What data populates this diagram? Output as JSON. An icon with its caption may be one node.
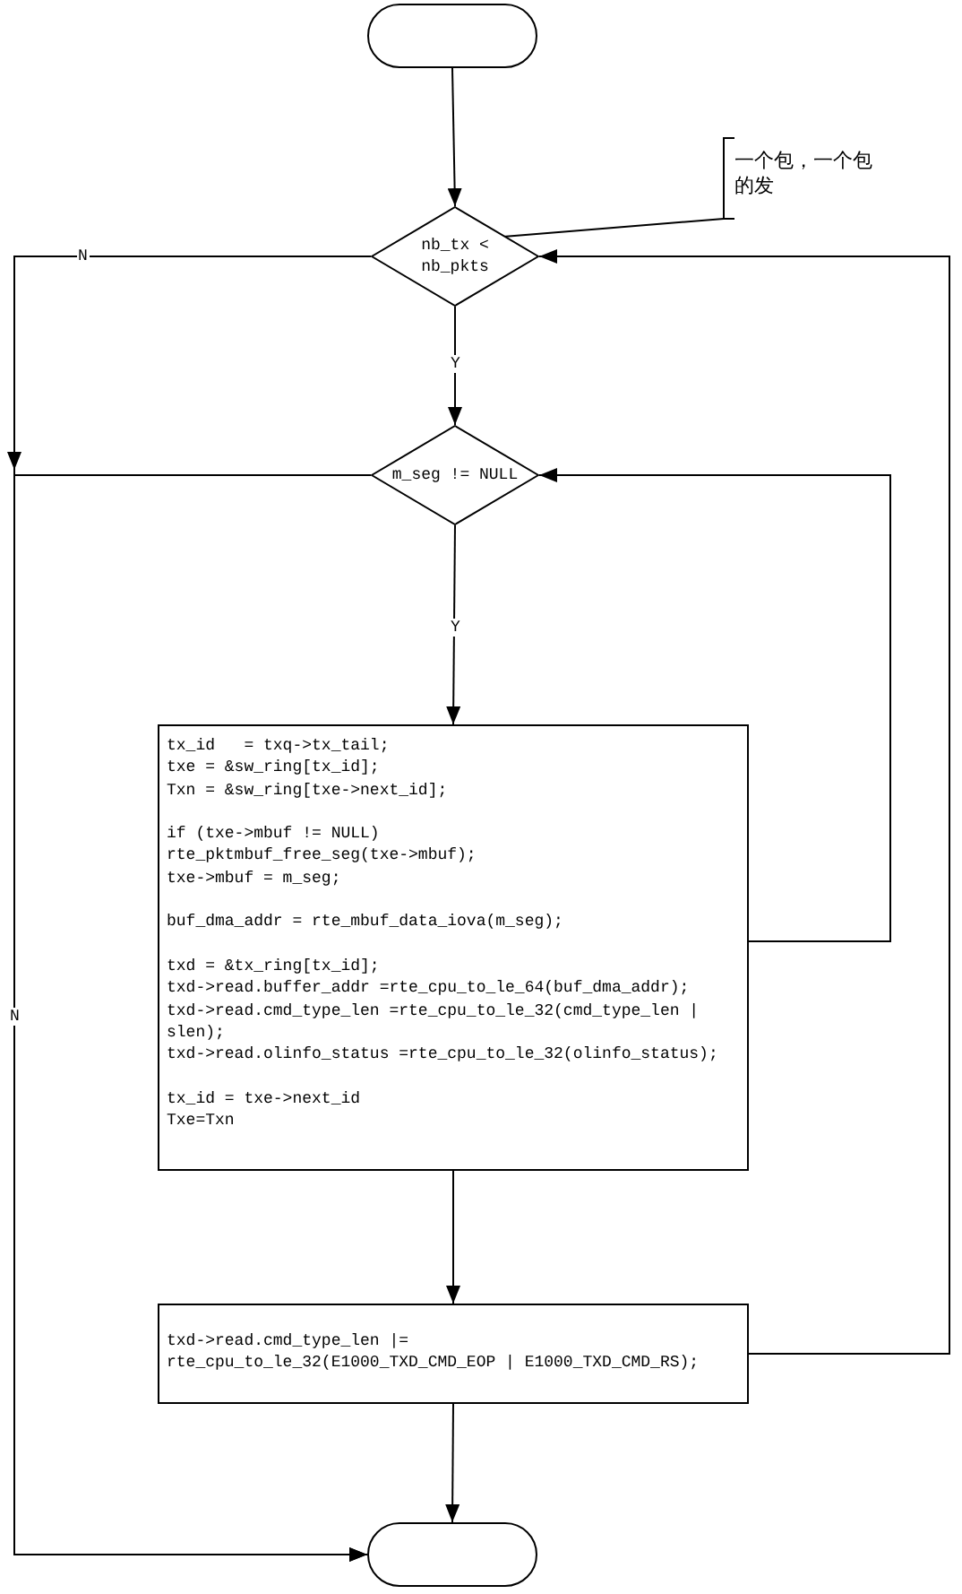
{
  "diagram": {
    "nodes": [
      {
        "text": [],
        "shape": "capsule"
      },
      {
        "text": [
          "一个包，一个包的发"
        ]
      },
      {
        "text": [
          "nb_tx < nb_pkts"
        ]
      },
      {
        "text": [
          "m_seg != NULL"
        ]
      },
      {
        "text": [
          "tx_id   = txq->tx_tail;",
          "txe = &sw_ring[tx_id];",
          "Txn = &sw_ring[txe->next_id];",
          "if (txe->mbuf != NULL)",
          "rte_pktmbuf_free_seg(txe->mbuf);",
          "txe->mbuf = m_seg;",
          "buf_dma_addr = rte_mbuf_data_iova(m_seg);",
          "txd = &tx_ring[tx_id];",
          "txd->read.buffer_addr =rte_cpu_to_le_64(buf_dma_addr);",
          "txd->read.cmd_type_len =rte_cpu_to_le_32(cmd_type_len | slen);",
          "txd->read.olinfo_status =rte_cpu_to_le_32(olinfo_status);",
          "tx_id = txe->next_id",
          "Txe=Txn"
        ]
      },
      {
        "text": [
          "txd->read.cmd_type_len |= rte_cpu_to_le_32(E1000_TXD_CMD_EOP | E1000_TXD_CMD_RS);"
        ]
      },
      {
        "text": [],
        "shape": "capsule"
      }
    ],
    "edges": [
      {
        "from": 0,
        "to": 2,
        "arrow": "to"
      },
      {
        "from": 1,
        "to": 2,
        "arrow": "none"
      },
      {
        "from": 2,
        "to": 3,
        "arrow": "to",
        "label": "Y"
      },
      {
        "from": 2,
        "to": 6,
        "arrow": "to",
        "label": "N"
      },
      {
        "from": 3,
        "to": 6,
        "arrow": "to",
        "label": "N"
      },
      {
        "from": 3,
        "to": 4,
        "arrow": "to",
        "label": "Y"
      },
      {
        "from": 4,
        "to": 3,
        "arrow": "to"
      },
      {
        "from": 4,
        "to": 5,
        "arrow": "to"
      },
      {
        "from": 5,
        "to": 2,
        "arrow": "to"
      },
      {
        "from": 5,
        "to": 6,
        "arrow": "to"
      }
    ]
  }
}
